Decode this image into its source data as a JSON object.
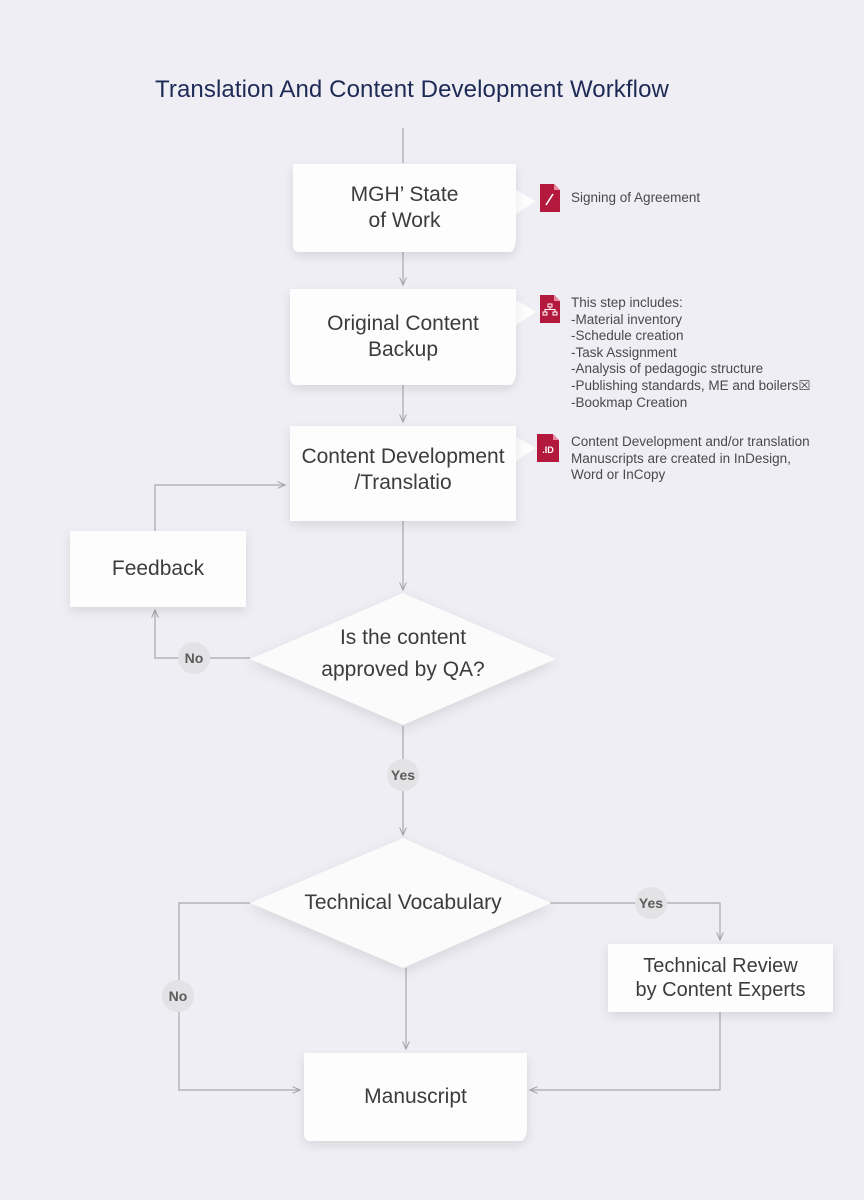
{
  "title": "Translation And Content Development Workflow",
  "nodes": {
    "sow": "MGH’ State\nof Work",
    "backup": "Original Content\nBackup",
    "development": "Content Development\n/Translatio",
    "feedback": "Feedback",
    "qa_decision": "Is the content\napproved by QA?",
    "vocab_decision": "Technical Vocabulary",
    "tech_review": "Technical Review\nby Content Experts",
    "manuscript": "Manuscript"
  },
  "edge_labels": {
    "qa_no": "No",
    "qa_yes": "Yes",
    "vocab_yes": "Yes",
    "vocab_no": "No"
  },
  "notes": {
    "sow": {
      "icon": "pen-document-icon",
      "text": "Signing of Agreement"
    },
    "backup": {
      "icon": "sitemap-document-icon",
      "text": "This step includes:\n-Material inventory\n-Schedule creation\n-Task Assignment\n-Analysis of pedagogic structure\n-Publishing standards, ME and boilers☒\n-Bookmap Creation"
    },
    "development": {
      "icon": "indesign-document-icon",
      "icon_label": ".ID",
      "text": "Content Development and/or translation\nManuscripts are created in InDesign,\nWord or InCopy"
    }
  },
  "colors": {
    "background": "#efeef4",
    "title": "#1d2a55",
    "accent": "#b3193c",
    "connector": "#a9a9ad"
  }
}
